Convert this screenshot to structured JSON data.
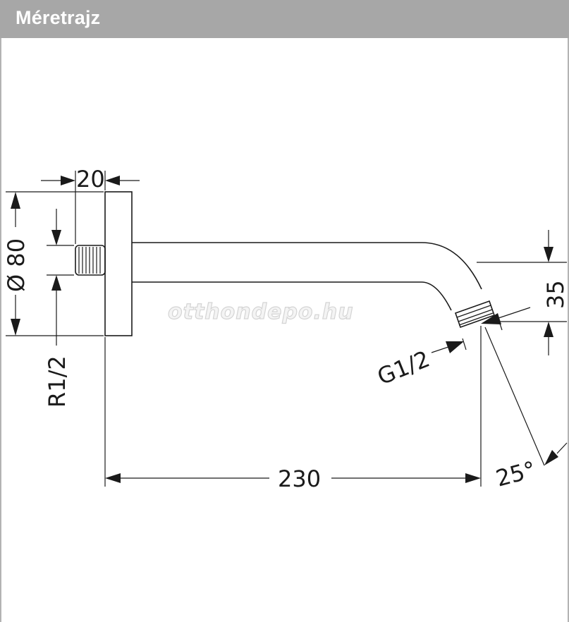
{
  "header": {
    "title": "Méretrajz"
  },
  "dimensions": {
    "flange_thickness": "20",
    "flange_diameter": "Ø 80",
    "inlet_thread": "R1/2",
    "arm_length": "230",
    "outlet_drop": "35",
    "outlet_thread": "G1/2",
    "outlet_angle": "25°"
  },
  "watermark": {
    "text": "otthondepo.hu"
  },
  "colors": {
    "header_bg": "#a7a7a7",
    "header_text": "#ffffff",
    "line": "#1a1a1a"
  }
}
